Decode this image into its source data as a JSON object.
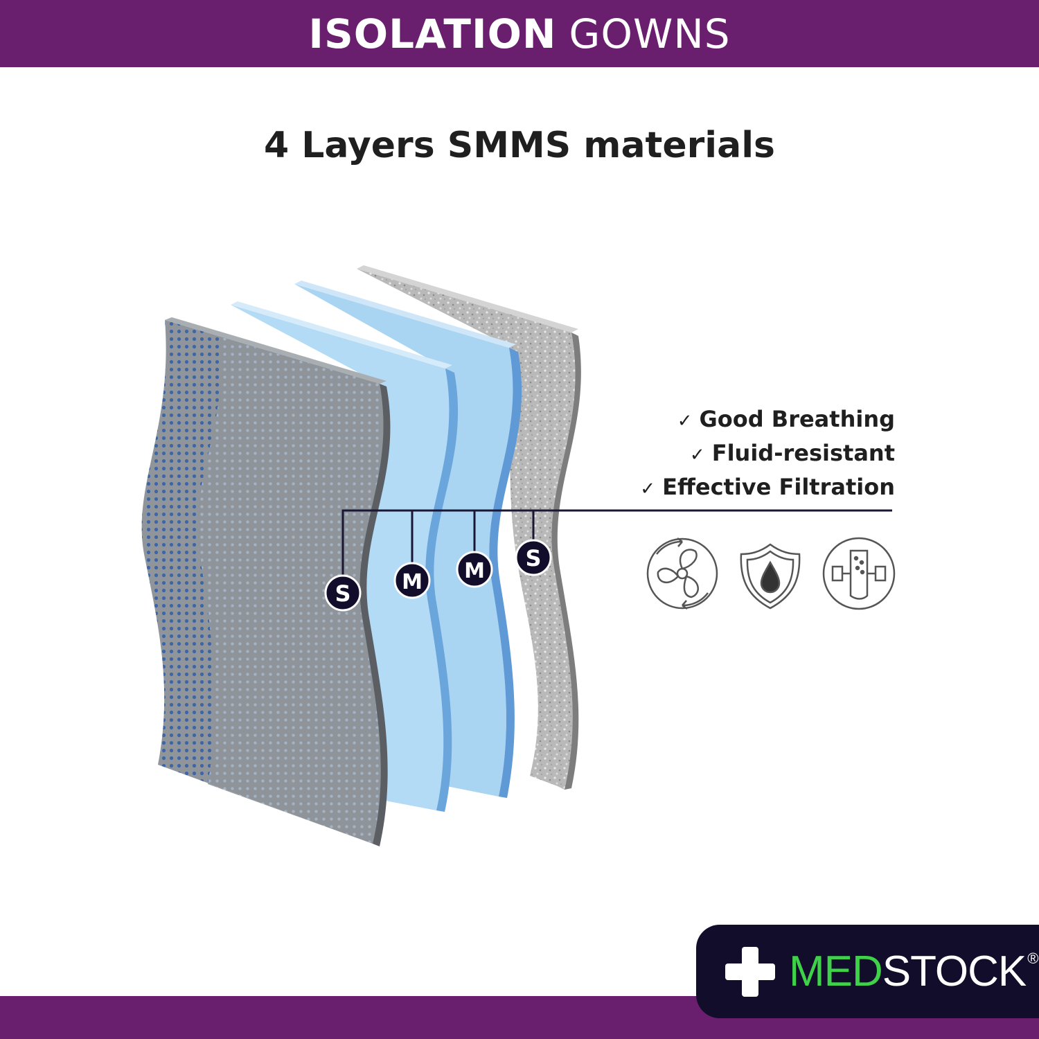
{
  "header": {
    "title_bold": "ISOLATION",
    "title_light": "GOWNS"
  },
  "subtitle": "4 Layers SMMS materials",
  "features": [
    {
      "check": "✓",
      "label": "Good Breathing"
    },
    {
      "check": "✓",
      "label": "Fluid-resistant"
    },
    {
      "check": "✓",
      "label": "Effective Filtration"
    }
  ],
  "layers": [
    {
      "letter": "S"
    },
    {
      "letter": "M"
    },
    {
      "letter": "M"
    },
    {
      "letter": "S"
    }
  ],
  "icons": [
    "fan-icon",
    "shield-drop-icon",
    "filter-icon"
  ],
  "logo": {
    "med": "MED",
    "stock": "STOCK",
    "reg": "®"
  },
  "colors": {
    "brand_purple": "#6a1f6e",
    "logo_bg": "#120d2b",
    "logo_green": "#3fd14a"
  }
}
